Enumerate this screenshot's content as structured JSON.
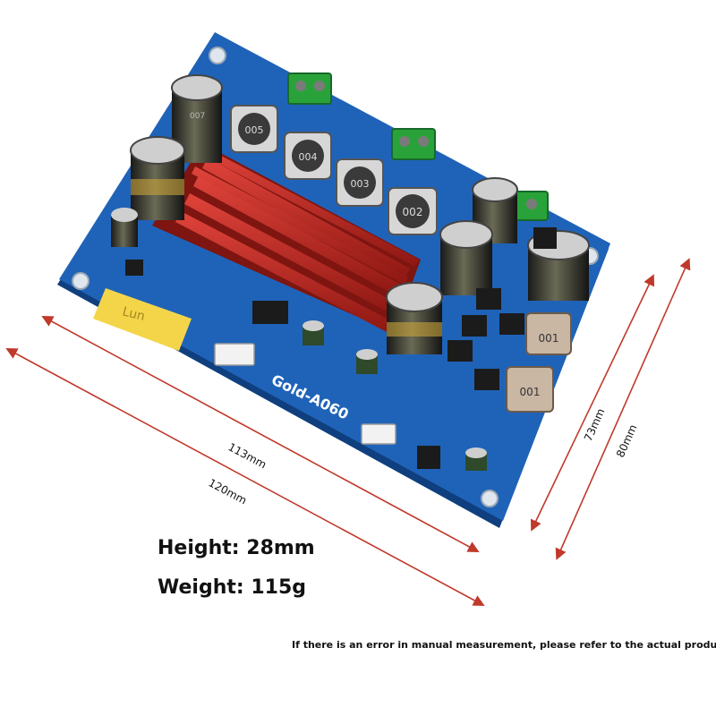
{
  "board": {
    "model_label": "Gold-A060",
    "bt_module_label": "Lun",
    "inductor_labels": [
      "005",
      "004",
      "003",
      "002"
    ],
    "side_inductor_labels": [
      "001",
      "001"
    ],
    "cap_top_label": "007",
    "colors": {
      "pcb": "#1f63b8",
      "pcb_edge": "#0f3f7e",
      "heatsink": "#b5221c",
      "terminal": "#2aa23a",
      "bt_module": "#f4d54a",
      "dimension_line": "#c0392b"
    }
  },
  "dimensions": {
    "inner_length": "113mm",
    "outer_length": "120mm",
    "inner_width": "73mm",
    "outer_width": "80mm"
  },
  "specs": {
    "height": "Height: 28mm",
    "weight": "Weight: 115g"
  },
  "disclaimer": "If there is an error in manual measurement, please refer to the actual product."
}
